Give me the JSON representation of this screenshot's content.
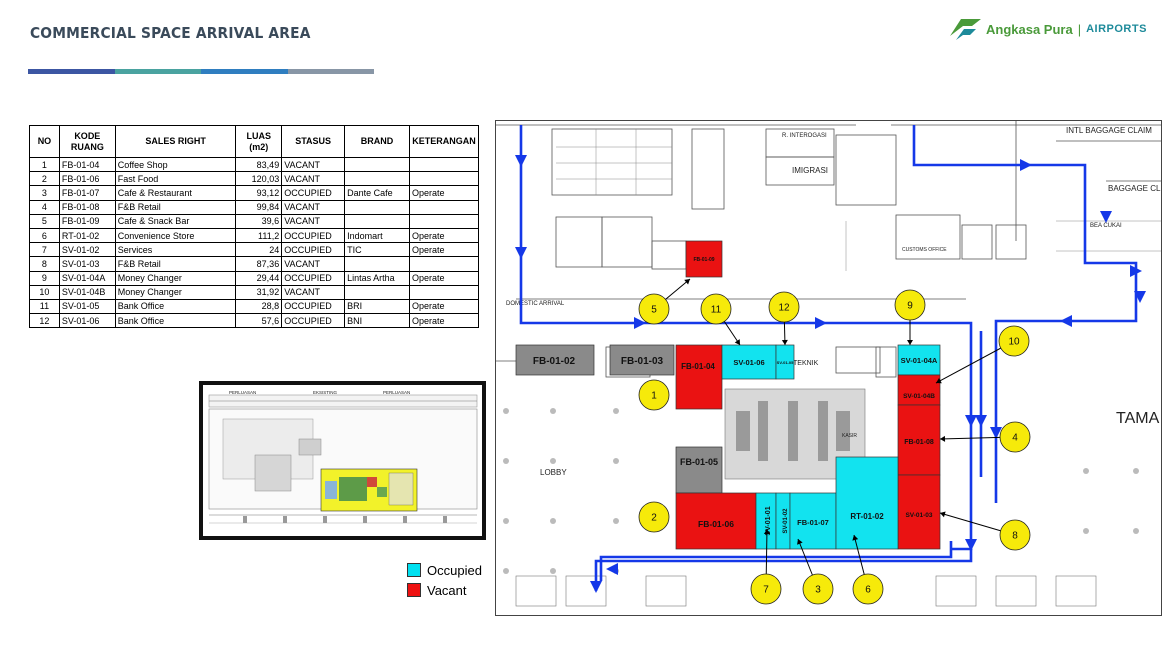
{
  "header": {
    "title": "COMMERCIAL SPACE ARRIVAL AREA",
    "bar_colors": [
      "#3c56a3",
      "#4aa3a0",
      "#2f7ec0",
      "#8896a6"
    ]
  },
  "logo": {
    "name": "Angkasa Pura",
    "separator": "|",
    "sub": "AIRPORTS",
    "color": "#4a9a3a"
  },
  "table": {
    "headers": [
      "NO",
      "KODE RUANG",
      "SALES RIGHT",
      "LUAS (m2)",
      "STASUS",
      "BRAND",
      "KETERANGAN"
    ],
    "rows": [
      [
        "1",
        "FB-01-04",
        "Coffee Shop",
        "83,49",
        "VACANT",
        "",
        ""
      ],
      [
        "2",
        "FB-01-06",
        "Fast  Food",
        "120,03",
        "VACANT",
        "",
        ""
      ],
      [
        "3",
        "FB-01-07",
        "Cafe & Restaurant",
        "93,12",
        "OCCUPIED",
        "Dante Cafe",
        "Operate"
      ],
      [
        "4",
        "FB-01-08",
        "F&B Retail",
        "99,84",
        "VACANT",
        "",
        ""
      ],
      [
        "5",
        "FB-01-09",
        "Cafe & Snack Bar",
        "39,6",
        "VACANT",
        "",
        ""
      ],
      [
        "6",
        "RT-01-02",
        "Convenience Store",
        "111,2",
        "OCCUPIED",
        "Indomart",
        "Operate"
      ],
      [
        "7",
        "SV-01-02",
        "Services",
        "24",
        "OCCUPIED",
        "TIC",
        "Operate"
      ],
      [
        "8",
        "SV-01-03",
        "F&B Retail",
        "87,36",
        "VACANT",
        "",
        ""
      ],
      [
        "9",
        "SV-01-04A",
        "Money Changer",
        "29,44",
        "OCCUPIED",
        "Lintas Artha",
        "Operate"
      ],
      [
        "10",
        "SV-01-04B",
        "Money Changer",
        "31,92",
        "VACANT",
        "",
        ""
      ],
      [
        "11",
        "SV-01-05",
        "Bank  Office",
        "28,8",
        "OCCUPIED",
        "BRI",
        "Operate"
      ],
      [
        "12",
        "SV-01-06",
        "Bank Office",
        "57,6",
        "OCCUPIED",
        "BNI",
        "Operate"
      ]
    ]
  },
  "inset": {
    "labels": [
      "PERLUASAN",
      "EKSISTING",
      "PERLUASAN"
    ]
  },
  "legend": {
    "occupied": {
      "label": "Occupied",
      "color": "#00e0f0"
    },
    "vacant": {
      "label": "Vacant",
      "color": "#ee1111"
    }
  },
  "map": {
    "colors": {
      "occupied": "#12e3ef",
      "vacant": "#ea1212",
      "existing": "#8a8a8a",
      "flow": "#1538e8",
      "marker": "#f6ea0a"
    },
    "room_labels": [
      "INTL BAGGAGE CLAIM",
      "R. INTEROGASI",
      "IMIGRASI",
      "BAGGAGE CL",
      "BEA CUKAI",
      "CUSTOMS OFFICE",
      "DOMESTIC ARRIVAL",
      "LOBBY",
      "TAMA",
      "TEKNIK",
      "KASIR"
    ],
    "units": [
      {
        "code": "FB-01-09",
        "status": "vacant"
      },
      {
        "code": "FB-01-02",
        "status": "existing"
      },
      {
        "code": "FB-01-03",
        "status": "existing"
      },
      {
        "code": "FB-01-04",
        "status": "vacant"
      },
      {
        "code": "SV-01-06",
        "status": "occupied"
      },
      {
        "code": "SV-01-05",
        "status": "occupied"
      },
      {
        "code": "SV-01-04A",
        "status": "occupied"
      },
      {
        "code": "SV-01-04B",
        "status": "vacant"
      },
      {
        "code": "FB-01-08",
        "status": "vacant"
      },
      {
        "code": "SV-01-03",
        "status": "vacant"
      },
      {
        "code": "FB-01-05",
        "status": "existing"
      },
      {
        "code": "FB-01-06",
        "status": "vacant"
      },
      {
        "code": "SV-01-01",
        "status": "occupied"
      },
      {
        "code": "SV-01-02",
        "status": "occupied"
      },
      {
        "code": "FB-01-07",
        "status": "occupied"
      },
      {
        "code": "RT-01-02",
        "status": "occupied"
      }
    ],
    "markers": [
      "1",
      "2",
      "3",
      "4",
      "5",
      "6",
      "7",
      "8",
      "9",
      "10",
      "11",
      "12"
    ]
  }
}
